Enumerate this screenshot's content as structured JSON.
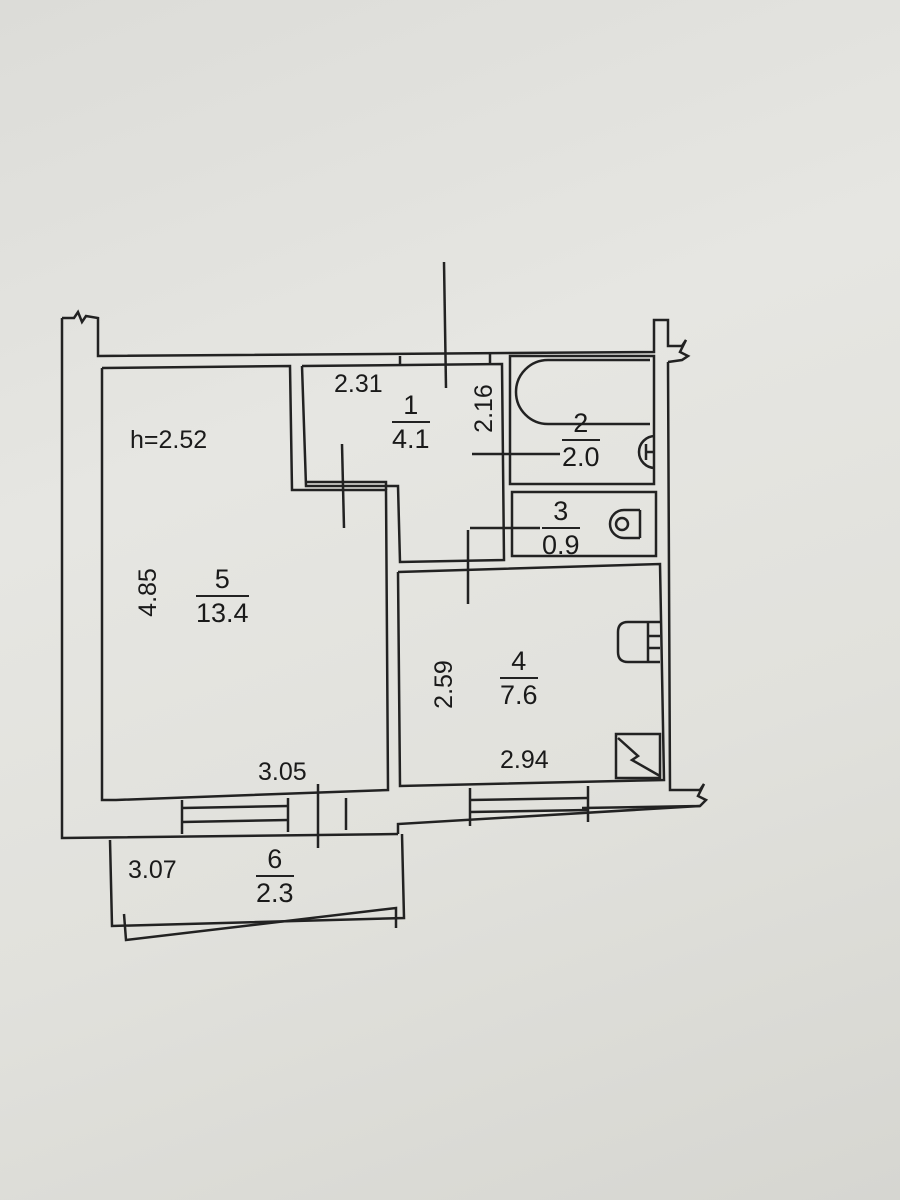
{
  "plan": {
    "ceiling_height": "h=2.52",
    "rooms": [
      {
        "number": "1",
        "area": "4.1",
        "dim_width": "2.31",
        "dim_length": "2.16"
      },
      {
        "number": "2",
        "area": "2.0"
      },
      {
        "number": "3",
        "area": "0.9"
      },
      {
        "number": "4",
        "area": "7.6",
        "dim_width": "2.94",
        "dim_length": "2.59"
      },
      {
        "number": "5",
        "area": "13.4",
        "dim_width": "3.05",
        "dim_length": "4.85"
      },
      {
        "number": "6",
        "area": "2.3",
        "dim_width": "3.07"
      }
    ],
    "fixtures": [
      "bathtub",
      "washbasin",
      "toilet",
      "sink",
      "stove"
    ],
    "line_color": "#222222",
    "paper_color": "#e2e2de"
  }
}
